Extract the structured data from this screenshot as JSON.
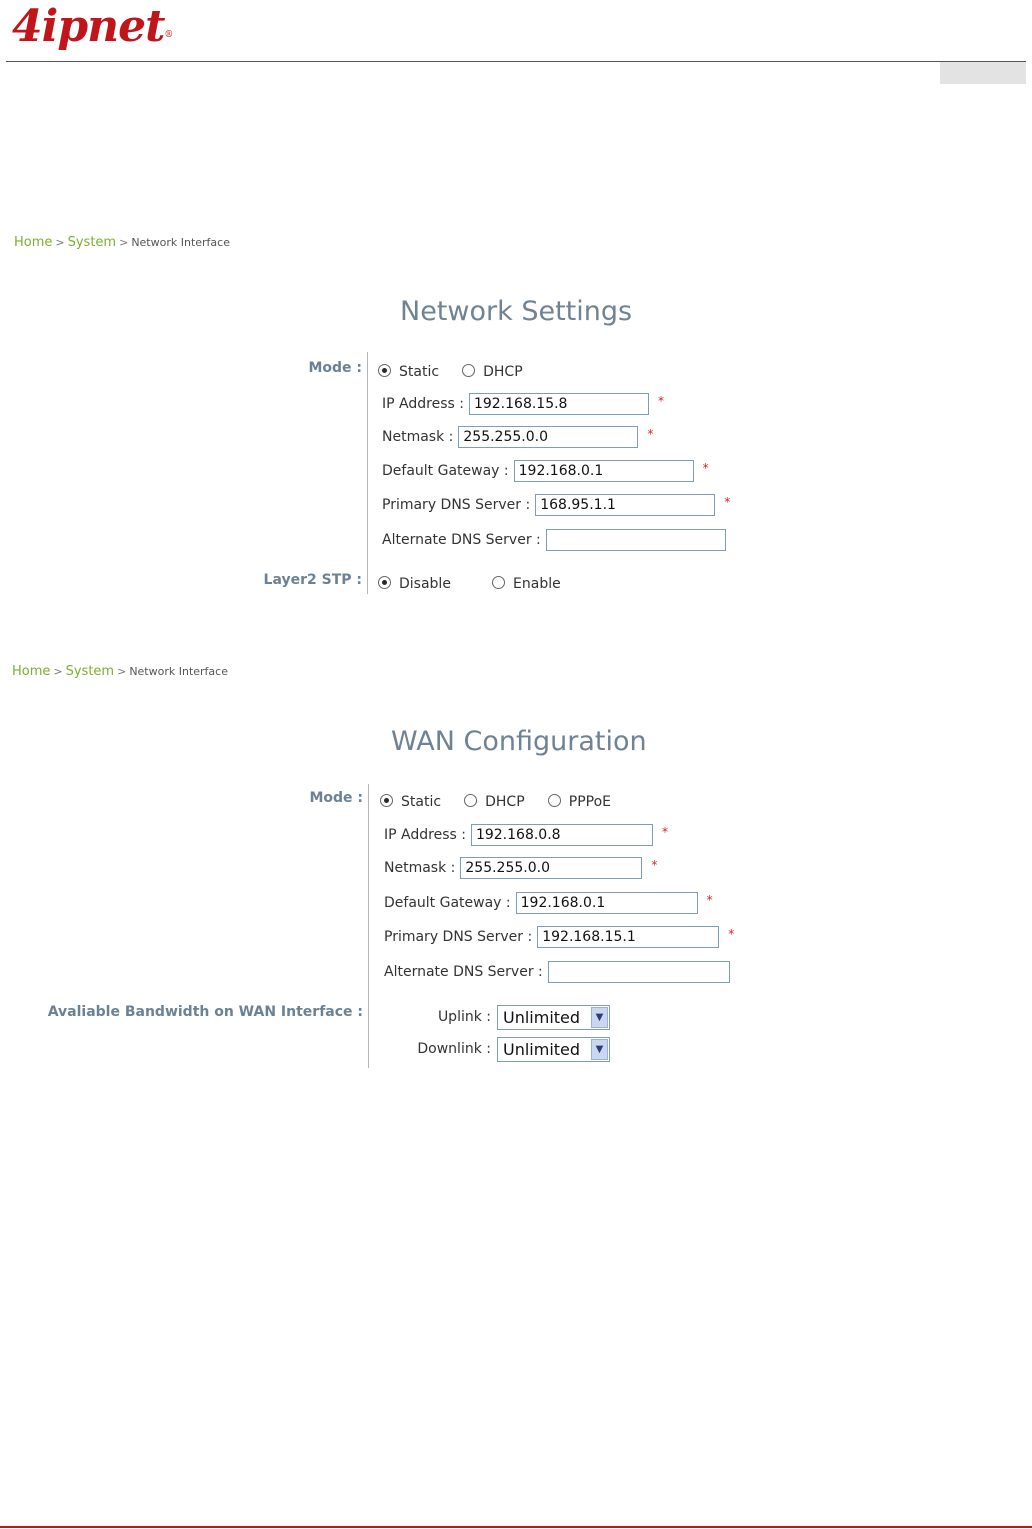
{
  "logo": {
    "text": "4ipnet",
    "mark": "®"
  },
  "section1": {
    "breadcrumb": {
      "home": "Home",
      "sep1": ">",
      "system": "System",
      "sep2": ">",
      "current": "Network Interface"
    },
    "title": "Network Settings",
    "mode_label": "Mode :",
    "mode_options": {
      "static": "Static",
      "dhcp": "DHCP"
    },
    "mode_selected": "Static",
    "fields": {
      "ip_label": "IP Address :",
      "ip_value": "192.168.15.8",
      "netmask_label": "Netmask :",
      "netmask_value": "255.255.0.0",
      "gateway_label": "Default Gateway :",
      "gateway_value": "192.168.0.1",
      "dns1_label": "Primary DNS Server :",
      "dns1_value": "168.95.1.1",
      "dns2_label": "Alternate DNS Server :",
      "dns2_value": ""
    },
    "required_mark": "*",
    "stp_label": "Layer2 STP :",
    "stp_options": {
      "disable": "Disable",
      "enable": "Enable"
    },
    "stp_selected": "Disable"
  },
  "section2": {
    "breadcrumb": {
      "home": "Home",
      "sep1": ">",
      "system": "System",
      "sep2": ">",
      "current": "Network Interface"
    },
    "title": "WAN Configuration",
    "mode_label": "Mode :",
    "mode_options": {
      "static": "Static",
      "dhcp": "DHCP",
      "pppoe": "PPPoE"
    },
    "mode_selected": "Static",
    "fields": {
      "ip_label": "IP Address :",
      "ip_value": "192.168.0.8",
      "netmask_label": "Netmask :",
      "netmask_value": "255.255.0.0",
      "gateway_label": "Default Gateway :",
      "gateway_value": "192.168.0.1",
      "dns1_label": "Primary DNS Server :",
      "dns1_value": "192.168.15.1",
      "dns2_label": "Alternate DNS Server :",
      "dns2_value": ""
    },
    "required_mark": "*",
    "bandwidth_label": "Avaliable Bandwidth on WAN Interface :",
    "uplink_label": "Uplink :",
    "uplink_value": "Unlimited",
    "downlink_label": "Downlink :",
    "downlink_value": "Unlimited",
    "dropdown_arrow": "▼"
  },
  "colors": {
    "brand": "#c0161b",
    "breadcrumb": "#7ab02f",
    "title": "#6f8394",
    "label": "#6b8296",
    "required": "#e02020"
  }
}
